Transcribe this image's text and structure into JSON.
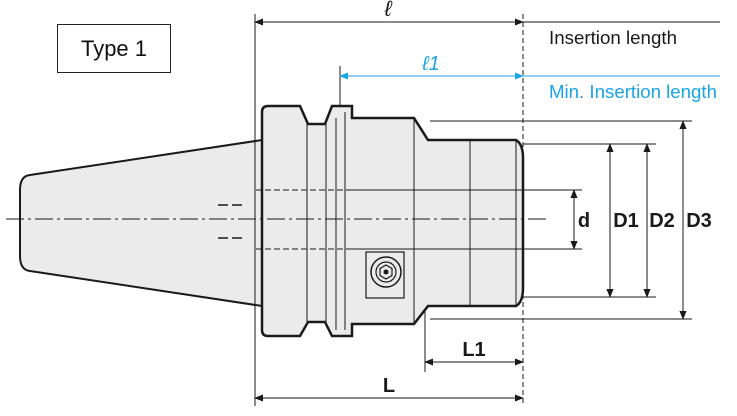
{
  "type_label": "Type 1",
  "dimensions": {
    "l": "ℓ",
    "l1": "ℓ1",
    "insertion_length": "Insertion length",
    "min_insertion_length": "Min. Insertion length",
    "d": "d",
    "D1": "D1",
    "D2": "D2",
    "D3": "D3",
    "L1": "L1",
    "L": "L"
  },
  "colors": {
    "line": "#1a1a1a",
    "body_fill": "#ebebeb",
    "dim_blue": "#1aa3e8",
    "dim_black": "#1a1a1a"
  }
}
